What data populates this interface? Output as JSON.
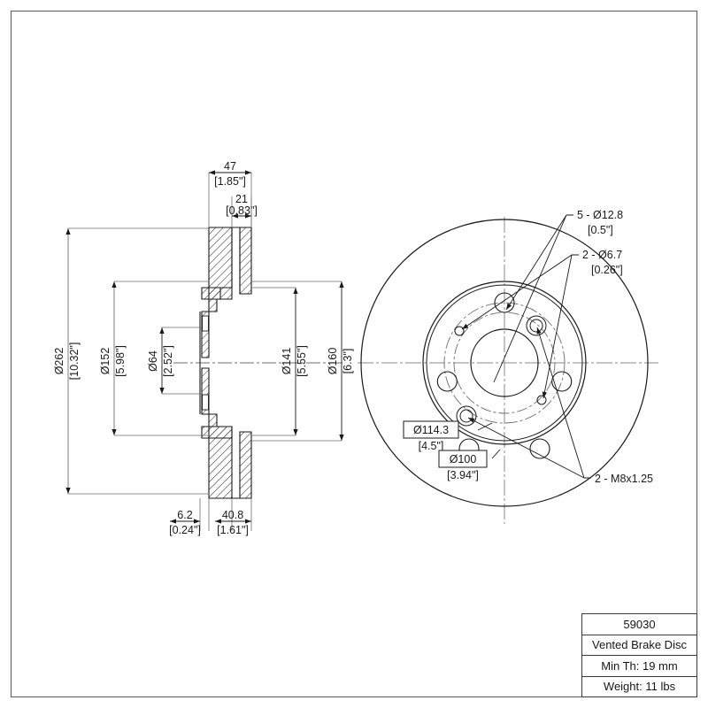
{
  "drawing": {
    "title_block": {
      "part_number": "59030",
      "description": "Vented Brake Disc",
      "min_thickness": "Min Th: 19 mm",
      "weight": "Weight: 11 lbs"
    },
    "section_view": {
      "top_dimensions": [
        {
          "id": "overall-width",
          "mm": "47",
          "inch": "[1.85\"]"
        },
        {
          "id": "hat-offset",
          "mm": "21",
          "inch": "[0.83\"]"
        }
      ],
      "left_diameters": [
        {
          "id": "outer-diameter",
          "mm": "Ø262",
          "inch": "[10.32\"]"
        },
        {
          "id": "hat-diameter",
          "mm": "Ø152",
          "inch": "[5.98\"]"
        },
        {
          "id": "center-bore",
          "mm": "Ø64",
          "inch": "[2.52\"]"
        }
      ],
      "right_diameters": [
        {
          "id": "inner-pad-diameter",
          "mm": "Ø141",
          "inch": "[5.55\"]"
        },
        {
          "id": "mounting-face-diameter",
          "mm": "Ø160",
          "inch": "[6.3\"]"
        }
      ],
      "bottom_dimensions": [
        {
          "id": "hat-thickness",
          "mm": "6.2",
          "inch": "[0.24\"]"
        },
        {
          "id": "hat-depth",
          "mm": "40.8",
          "inch": "[1.61\"]"
        }
      ]
    },
    "face_view": {
      "callouts": [
        {
          "id": "lug-holes",
          "line1": "5 - Ø12.8",
          "line2": "[0.5\"]"
        },
        {
          "id": "small-holes",
          "line1": "2 - Ø6.7",
          "line2": "[0.26\"]"
        },
        {
          "id": "threaded-holes",
          "line1": "2 - M8x1.25",
          "line2": ""
        }
      ],
      "boxed_dimensions": [
        {
          "id": "bolt-circle",
          "mm": "Ø114.3",
          "inch": "[4.5\"]"
        },
        {
          "id": "pilot-circle",
          "mm": "Ø100",
          "inch": "[3.94\"]"
        }
      ]
    }
  },
  "colors": {
    "line": "#1a1a1a",
    "thin": "#6e6e6e",
    "border": "#5a5a5a",
    "hatch": "#2b2b2b"
  }
}
